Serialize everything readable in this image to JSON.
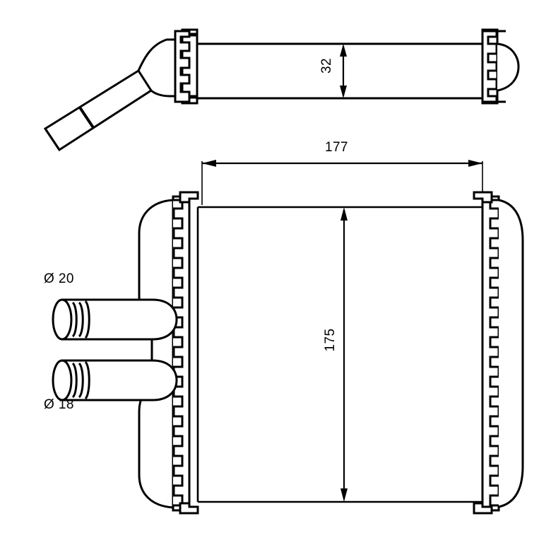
{
  "drawing": {
    "type": "technical-line-drawing",
    "subject": "heater-core-radiator",
    "background_color": "#ffffff",
    "line_color": "#000000",
    "views": {
      "top": {
        "name": "top-view",
        "description": "horizontal core body with end caps and angled inlet pipe at left"
      },
      "front": {
        "name": "front-view",
        "description": "rectangular core with toothed side tanks and two pipe stubs at left"
      }
    }
  },
  "dimensions": {
    "thickness": {
      "label": "32",
      "orientation": "vertical",
      "view": "top-view"
    },
    "width": {
      "label": "177",
      "orientation": "horizontal",
      "view": "front-view"
    },
    "height": {
      "label": "175",
      "orientation": "vertical",
      "view": "front-view"
    },
    "pipe_upper": {
      "label": "Ø 20",
      "view": "front-view"
    },
    "pipe_lower": {
      "label": "Ø 18",
      "view": "front-view"
    }
  },
  "colors": {
    "ink": "#000000",
    "paper": "#ffffff"
  }
}
